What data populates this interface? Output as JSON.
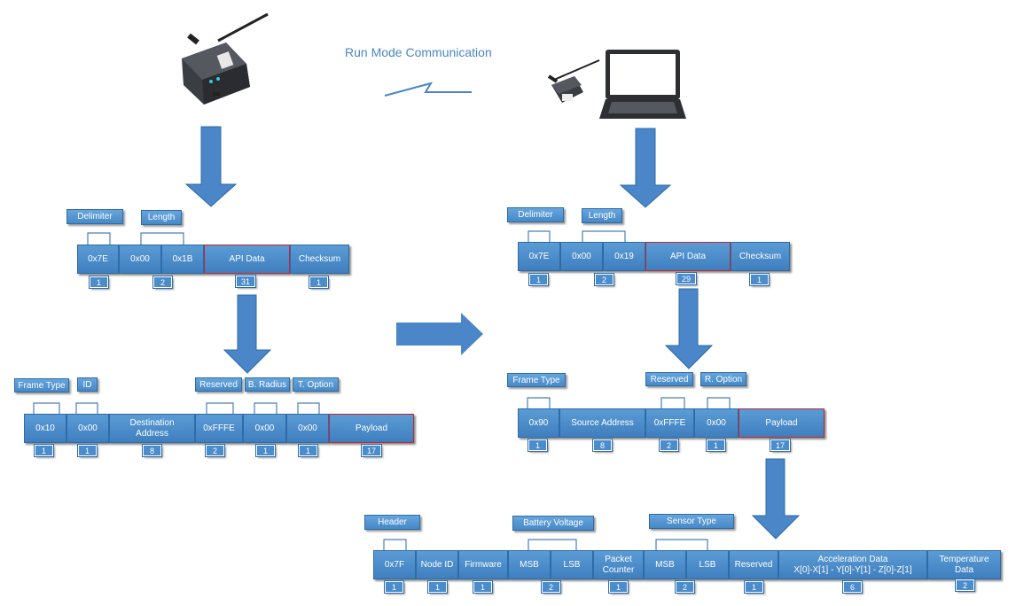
{
  "title": "Run Mode Communication",
  "colors": {
    "box": "#4f8fcf",
    "arrow": "#4a86c8",
    "highlight": "#c0282e",
    "title": "#4a86c2"
  },
  "icons": [
    "sensor-device-icon",
    "laptop-icon",
    "usb-receiver-icon",
    "lightning-link-icon",
    "arrow-down-icon",
    "arrow-right-icon"
  ],
  "tx_frame": {
    "labels": [
      "Delimiter",
      "Length"
    ],
    "fields": [
      "0x7E",
      "0x00",
      "0x1B",
      "API Data",
      "Checksum"
    ],
    "sizes": [
      "1",
      "2",
      "31",
      "1"
    ]
  },
  "tx_api": {
    "labels": [
      "Frame Type",
      "ID",
      "Reserved",
      "B. Radius",
      "T. Option"
    ],
    "fields": [
      "0x10",
      "0x00",
      "Destination Address",
      "0xFFFE",
      "0x00",
      "0x00",
      "Payload"
    ],
    "sizes": [
      "1",
      "1",
      "8",
      "2",
      "1",
      "1",
      "17"
    ]
  },
  "rx_frame": {
    "labels": [
      "Delimiter",
      "Length"
    ],
    "fields": [
      "0x7E",
      "0x00",
      "0x19",
      "API Data",
      "Checksum"
    ],
    "sizes": [
      "1",
      "2",
      "29",
      "1"
    ]
  },
  "rx_api": {
    "labels": [
      "Frame Type",
      "Reserved",
      "R. Option"
    ],
    "fields": [
      "0x90",
      "Source Address",
      "0xFFFE",
      "0x00",
      "Payload"
    ],
    "sizes": [
      "1",
      "8",
      "2",
      "1",
      "17"
    ]
  },
  "payload": {
    "labels": [
      "Header",
      "Battery Voltage",
      "Sensor Type"
    ],
    "fields": [
      "0x7F",
      "Node ID",
      "Firmware",
      "MSB",
      "LSB",
      "Packet Counter",
      "MSB",
      "LSB",
      "Reserved",
      "Acceleration Data",
      "X[0]-X[1] - Y[0]-Y[1] - Z[0]-Z[1]",
      "Temperature Data"
    ],
    "sizes": [
      "1",
      "1",
      "1",
      "2",
      "1",
      "2",
      "1",
      "6",
      "2"
    ]
  }
}
